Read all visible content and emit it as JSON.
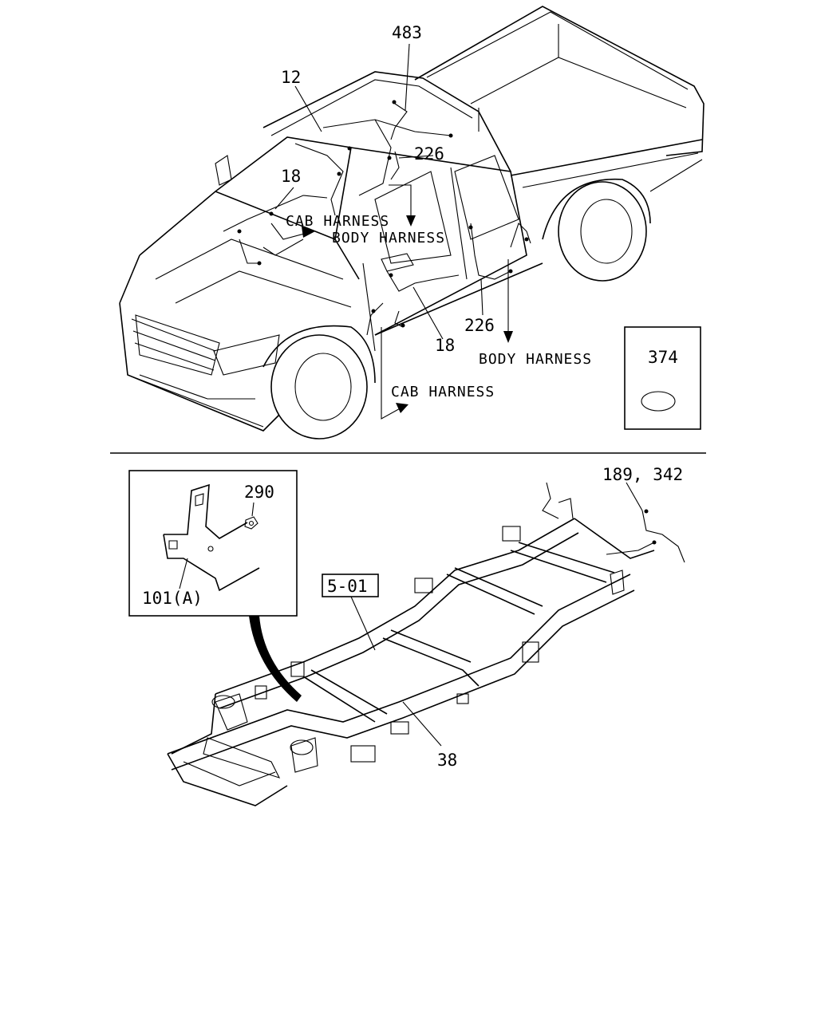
{
  "callouts": {
    "c483": "483",
    "c12": "12",
    "c226_top": "226",
    "c18_top": "18",
    "c18_bottom": "18",
    "c226_bottom": "226",
    "c374": "374",
    "c290": "290",
    "c101a": "101(A)",
    "c501": "5-01",
    "c189_342": "189, 342",
    "c38": "38"
  },
  "harness_labels": {
    "cab_top": "CAB HARNESS",
    "body_top": "BODY HARNESS",
    "body_right": "BODY HARNESS",
    "cab_bottom": "CAB HARNESS"
  }
}
